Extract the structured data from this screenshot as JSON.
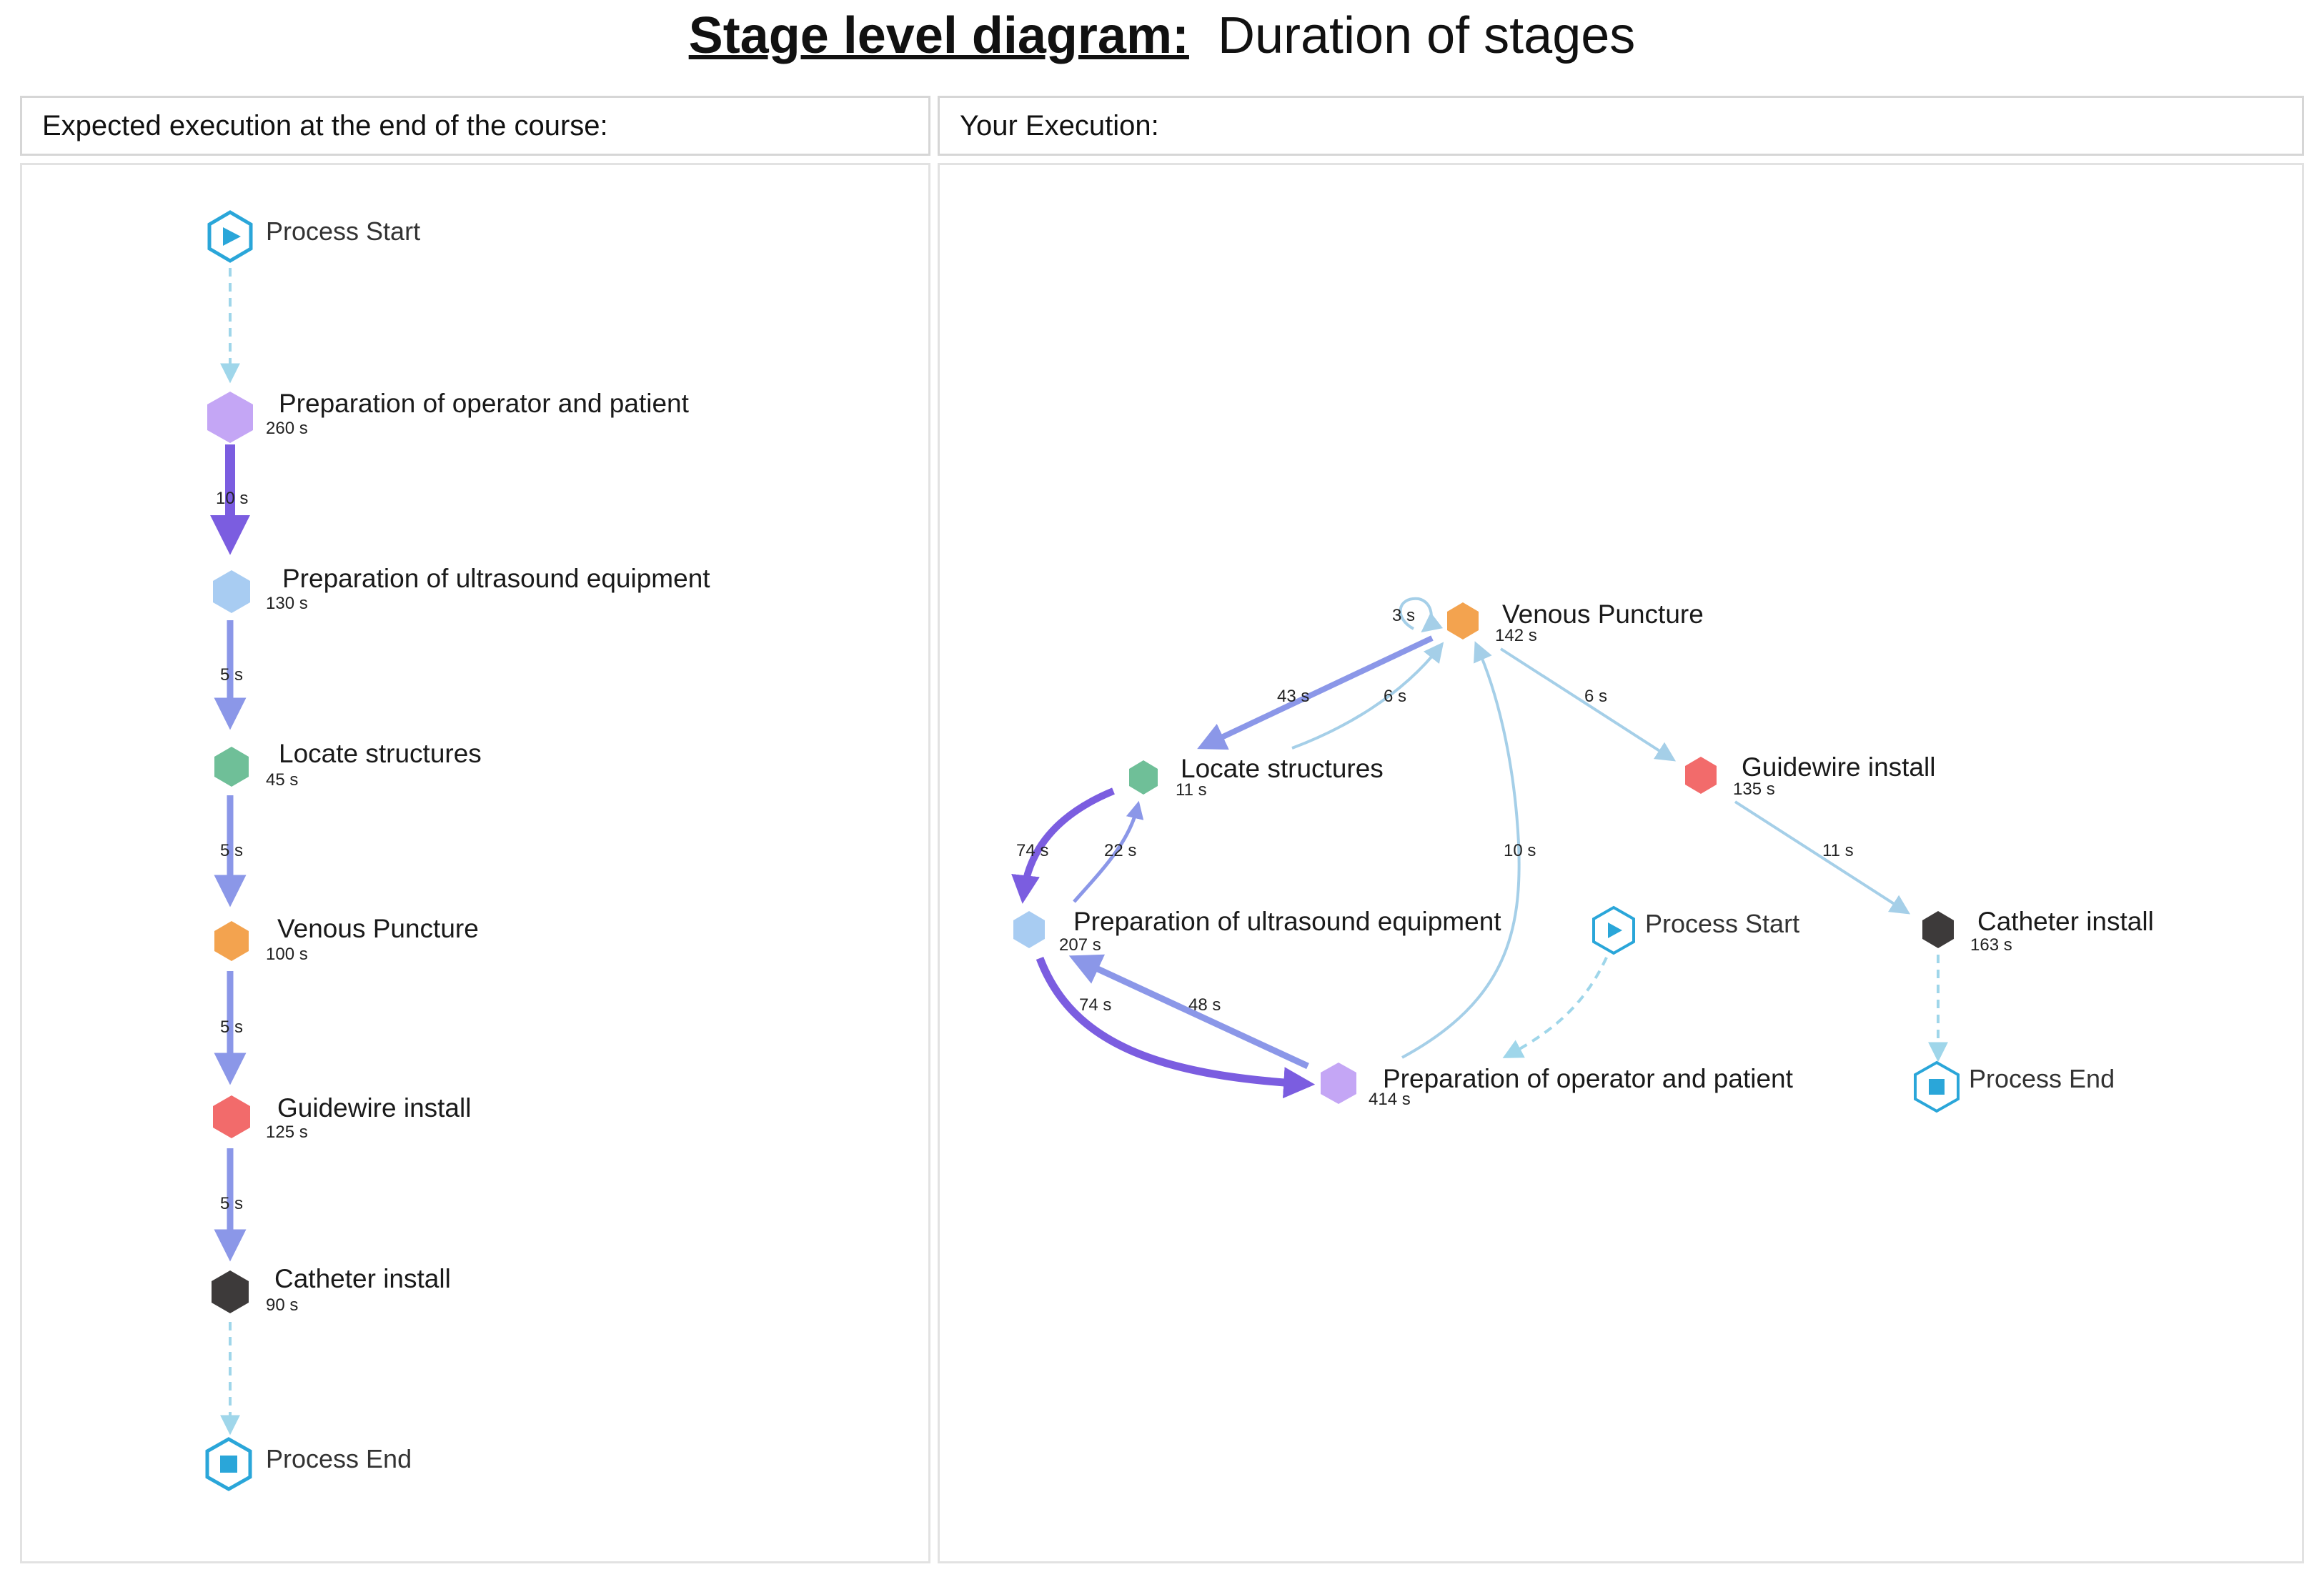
{
  "title": {
    "bold": "Stage level diagram:",
    "rest": "Duration of stages"
  },
  "left_header": "Expected execution at the end of the course:",
  "right_header": "Your Execution:",
  "colors": {
    "prep_operator": "#c4a6f5",
    "prep_ultrasound": "#a8ccf2",
    "locate": "#6fbf98",
    "venous": "#f3a34f",
    "guidewire": "#f26b6b",
    "catheter": "#3d3a3a",
    "start_end": "#2aa6d9",
    "edge_strong": "#7b5de0",
    "edge_medium": "#8b97e8",
    "edge_light": "#a5cfe8"
  },
  "expected": {
    "start": "Process Start",
    "end": "Process End",
    "nodes": [
      {
        "name": "Preparation of operator and patient",
        "duration": "260 s"
      },
      {
        "name": "Preparation of ultrasound equipment",
        "duration": "130 s"
      },
      {
        "name": "Locate structures",
        "duration": "45 s"
      },
      {
        "name": "Venous Puncture",
        "duration": "100 s"
      },
      {
        "name": "Guidewire install",
        "duration": "125 s"
      },
      {
        "name": "Catheter install",
        "duration": "90 s"
      }
    ],
    "edges": [
      "10 s",
      "5 s",
      "5 s",
      "5 s",
      "5 s"
    ]
  },
  "actual": {
    "start": "Process Start",
    "end": "Process End",
    "nodes": {
      "venous": {
        "name": "Venous Puncture",
        "duration": "142 s"
      },
      "locate": {
        "name": "Locate structures",
        "duration": "11 s"
      },
      "guidewire": {
        "name": "Guidewire install",
        "duration": "135 s"
      },
      "ultrasound": {
        "name": "Preparation of ultrasound equipment",
        "duration": "207 s"
      },
      "catheter": {
        "name": "Catheter install",
        "duration": "163 s"
      },
      "operator": {
        "name": "Preparation of operator and patient",
        "duration": "414 s"
      }
    },
    "edges": {
      "venous_self": "3 s",
      "venous_to_locate": "43 s",
      "locate_to_venous": "6 s",
      "venous_to_guidewire": "6 s",
      "locate_to_ultrasound": "74 s",
      "ultrasound_to_locate": "22 s",
      "operator_to_venous": "10 s",
      "guidewire_to_catheter": "11 s",
      "ultrasound_to_operator": "74 s",
      "operator_to_ultrasound": "48 s"
    }
  }
}
